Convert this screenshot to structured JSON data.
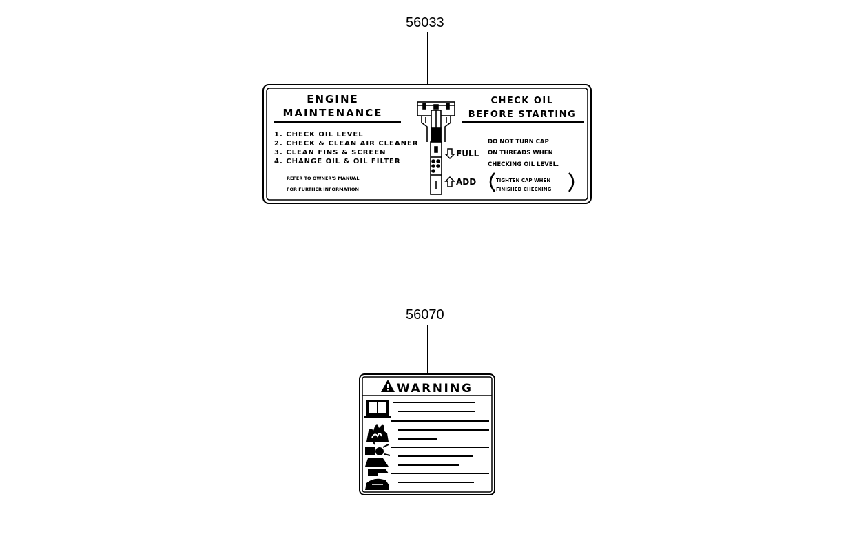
{
  "parts": [
    {
      "part_number": "56033",
      "decal": {
        "left_heading_line1": "ENGINE",
        "left_heading_line2": "MAINTENANCE",
        "checklist": [
          "1. CHECK OIL LEVEL",
          "2. CHECK & CLEAN AIR CLEANER",
          "3. CLEAN FINS & SCREEN",
          "4. CHANGE OIL & OIL FILTER"
        ],
        "refer_line1": "REFER TO OWNER'S MANUAL",
        "refer_line2": "FOR FURTHER INFORMATION",
        "full_label": "FULL",
        "add_label": "ADD",
        "right_heading_line1": "CHECK OIL",
        "right_heading_line2": "BEFORE STARTING",
        "note_lines": [
          "DO NOT TURN CAP",
          "ON THREADS WHEN",
          "CHECKING OIL LEVEL."
        ],
        "paren_line1": "TIGHTEN CAP WHEN",
        "paren_line2": "FINISHED CHECKING"
      }
    },
    {
      "part_number": "56070",
      "decal": {
        "title": "WARNING",
        "icons": [
          "book-icon",
          "fire-icon",
          "person-icon",
          "hand-icon"
        ]
      }
    }
  ]
}
